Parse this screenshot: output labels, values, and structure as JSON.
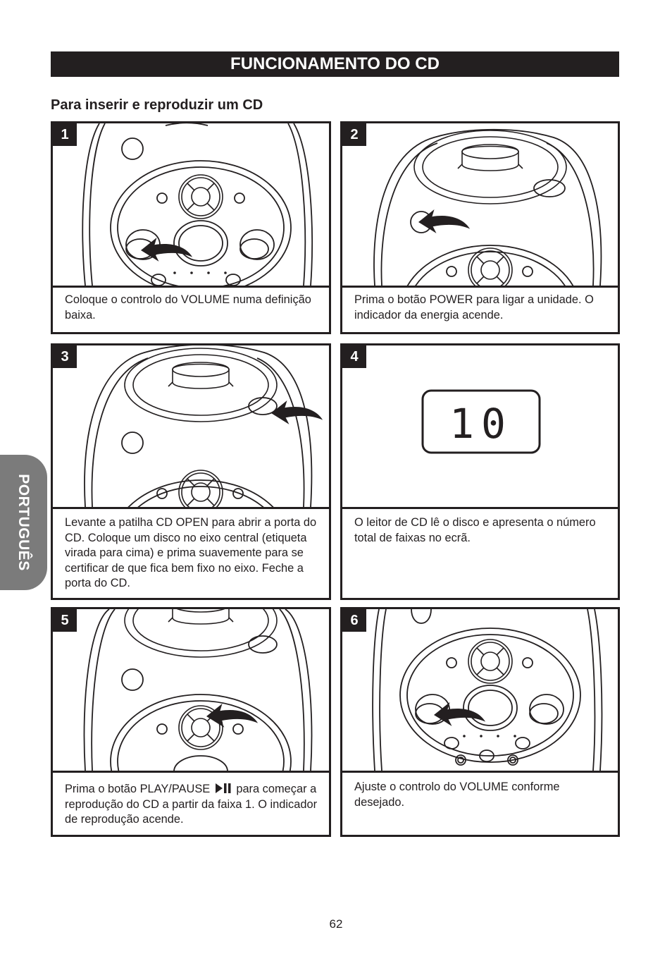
{
  "header": {
    "title": "FUNCIONAMENTO DO CD"
  },
  "section": {
    "subtitle": "Para inserir e reproduzir um CD"
  },
  "side_tab": {
    "label": "PORTUGUÊS"
  },
  "steps": [
    {
      "number": "1",
      "caption": "Coloque o controlo do VOLUME numa definição baixa."
    },
    {
      "number": "2",
      "caption": "Prima o botão POWER para ligar a unidade. O indicador da energia acende."
    },
    {
      "number": "3",
      "caption": "Levante a patilha CD OPEN para abrir a porta do CD. Coloque um disco no eixo central (etiqueta virada para cima) e prima suavemente para se certificar de que fica bem fixo no eixo. Feche a porta do CD."
    },
    {
      "number": "4",
      "caption": "O leitor de CD lê o disco e apresenta o número total de faixas no ecrã.",
      "display_value": "10"
    },
    {
      "number": "5",
      "caption_before": "Prima o botão PLAY/PAUSE",
      "caption_after": "para começar a reprodução do CD a partir da faixa 1. O indicador de reprodução acende."
    },
    {
      "number": "6",
      "caption": "Ajuste o controlo do VOLUME conforme desejado."
    }
  ],
  "footer": {
    "page_number": "62"
  },
  "icons": {
    "play_pause": "play-pause-icon",
    "arrow": "curved-arrow-icon"
  },
  "colors": {
    "ink": "#231f20",
    "tab": "#7b7b7b",
    "background": "#ffffff"
  }
}
